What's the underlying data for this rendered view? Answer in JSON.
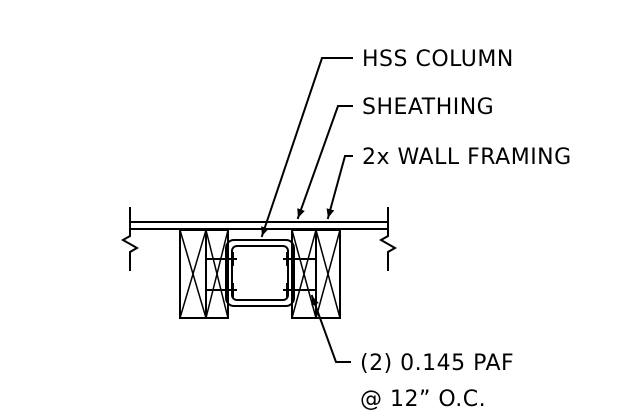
{
  "callouts": {
    "hss_column": "HSS COLUMN",
    "sheathing": "SHEATHING",
    "wall_framing": "2x WALL FRAMING",
    "paf_line1": "(2) 0.145 PAF",
    "paf_line2": "@ 12” O.C."
  },
  "colors": {
    "line": "#000000",
    "background": "#ffffff"
  }
}
